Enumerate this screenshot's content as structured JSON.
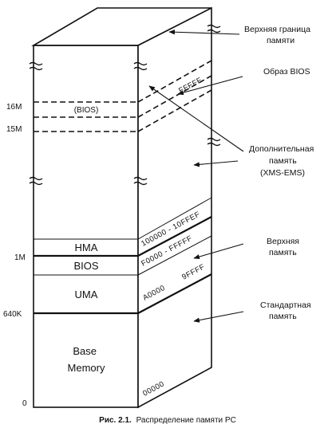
{
  "annotations": {
    "upper_bound": [
      "Верхняя граница",
      "памяти"
    ],
    "bios_image": [
      "Образ BIOS"
    ],
    "extended": [
      "Дополнительная",
      "память",
      "(XMS-EMS)"
    ],
    "upper_memory": [
      "Верхняя",
      "память"
    ],
    "standard": [
      "Стандартная",
      "память"
    ]
  },
  "axis_labels": {
    "m16": "16M",
    "m15": "15M",
    "m1": "1M",
    "k640": "640K",
    "zero": "0"
  },
  "blocks": {
    "bios_high": "(BIOS)",
    "hma": "HMA",
    "bios": "BIOS",
    "uma": "UMA",
    "base": [
      "Base",
      "Memory"
    ]
  },
  "addresses": {
    "ffff": "FFFFF",
    "hma_range": "100000 - 10FFEF",
    "bios_range": "F0000  -  FFFFF",
    "uma_start": "A0000",
    "uma_end": "9FFFF",
    "zero": "00000"
  },
  "caption": {
    "prefix": "Рис. 2.1.",
    "text": "Распределение памяти PC"
  }
}
